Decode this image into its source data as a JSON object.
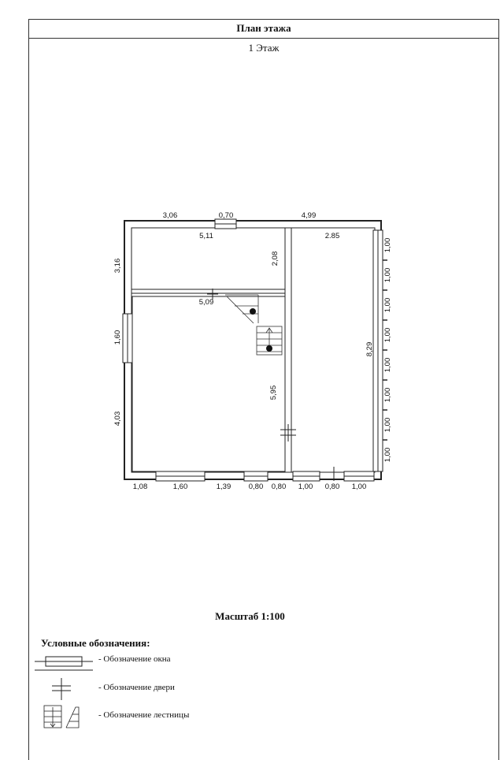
{
  "header": {
    "title": "План этажа",
    "floor": "1 Этаж"
  },
  "plan": {
    "dimensions": {
      "top_left": "3,06",
      "top_window": "0,70",
      "top_right": "4,99",
      "room_top_left_width": "5,11",
      "room_right_width": "2.85",
      "left_upper": "3,16",
      "room_top_left_height": "2,08",
      "room_big_width": "5,09",
      "left_window": "1,60",
      "left_lower": "4,03",
      "room_big_height": "5,95",
      "room_right_height": "8,29",
      "bottom": [
        "1,08",
        "1,60",
        "1,39",
        "0,80",
        "0,80",
        "1,00",
        "0,80",
        "1,00"
      ],
      "right": [
        "1,00",
        "1,00",
        "1,00",
        "1,00",
        "1,00",
        "1,00",
        "1,00",
        "1,00"
      ]
    }
  },
  "footer": {
    "scale": "Масштаб 1:100",
    "legend_title": "Условные обозначения:",
    "legend": [
      {
        "icon": "window-icon",
        "label": "- Обозначение окна"
      },
      {
        "icon": "door-icon",
        "label": "- Обозначение двери"
      },
      {
        "icon": "stairs-icon",
        "label": "- Обозначение лестницы"
      }
    ]
  }
}
